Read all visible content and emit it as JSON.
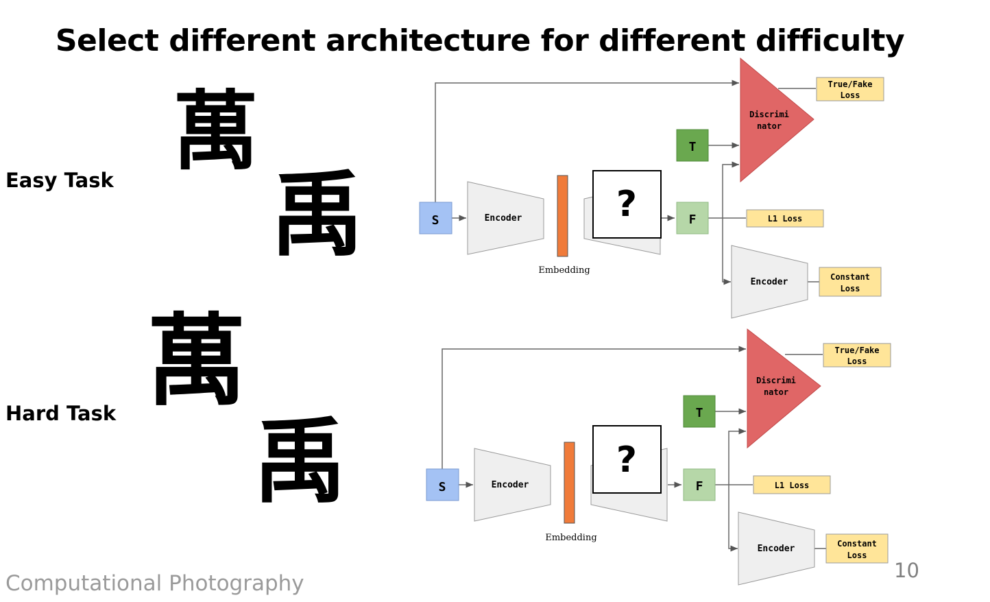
{
  "title": "Select different architecture for different difficulty",
  "easy": {
    "label": "Easy Task",
    "char_source": "萬",
    "char_target": "禹",
    "s": "S",
    "encoder": "Encoder",
    "embedding": "Embedding",
    "question": "?",
    "t": "T",
    "f": "F",
    "disc_line1": "Discrimi",
    "disc_line2": "nator",
    "tf_line1": "True/Fake",
    "tf_line2": "Loss",
    "l1": "L1 Loss",
    "encoder2": "Encoder",
    "const_line1": "Constant",
    "const_line2": "Loss"
  },
  "hard": {
    "label": "Hard Task",
    "char_source": "萬",
    "char_target": "禹",
    "s": "S",
    "encoder": "Encoder",
    "embedding": "Embedding",
    "question": "?",
    "t": "T",
    "f": "F",
    "disc_line1": "Discrimi",
    "disc_line2": "nator",
    "tf_line1": "True/Fake",
    "tf_line2": "Loss",
    "l1": "L1 Loss",
    "encoder2": "Encoder",
    "const_line1": "Constant",
    "const_line2": "Loss"
  },
  "footer": "Computational Photography",
  "page_number": "10",
  "colors": {
    "s_box": "#a4c2f4",
    "t_box": "#6aa84f",
    "f_box": "#b6d7a8",
    "embedding": "#f07b3a",
    "discriminator": "#e06666",
    "loss_box": "#ffe599",
    "encoder": "#efefef"
  }
}
